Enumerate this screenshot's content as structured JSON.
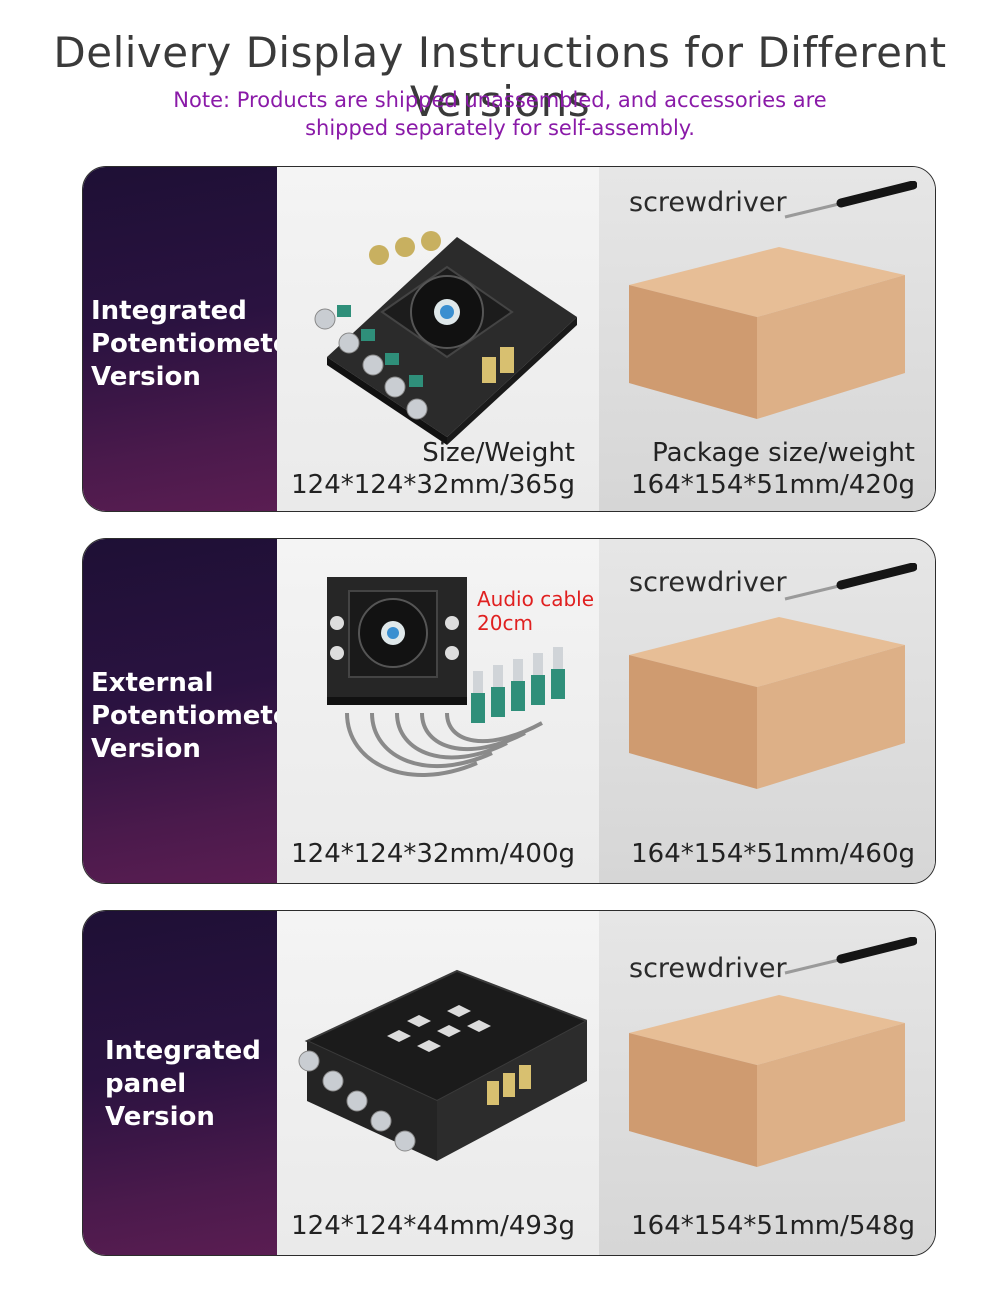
{
  "title": "Delivery Display Instructions for Different Versions",
  "note": "Note: Products are shipped unassembled, and accessories are shipped separately for self-assembly.",
  "colors": {
    "title": "#3a3a3a",
    "note": "#8a1aa8",
    "side_panel": "#2a1240",
    "audio_cable_note": "#e02020",
    "box": "#d9a77c"
  },
  "versions": [
    {
      "label": "Integrated\nPotentiometer\nVersion",
      "product_spec_heading": "Size/Weight",
      "product_spec": "124*124*32mm/365g",
      "accessory_label": "screwdriver",
      "package_spec_heading": "Package size/weight",
      "package_spec": "164*154*51mm/420g",
      "icons": [
        "amplifier-board-icon",
        "screwdriver-icon",
        "cardboard-box-icon"
      ]
    },
    {
      "label": "External\nPotentiometer\nVersion",
      "cable_note": "Audio cable\n20cm",
      "product_spec": "124*124*32mm/400g",
      "accessory_label": "screwdriver",
      "package_spec": "164*154*51mm/460g",
      "icons": [
        "amplifier-board-with-cables-icon",
        "screwdriver-icon",
        "cardboard-box-icon"
      ]
    },
    {
      "label": "Integrated\npanel\nVersion",
      "product_spec": "124*124*44mm/493g",
      "accessory_label": "screwdriver",
      "package_spec": "164*154*51mm/548g",
      "icons": [
        "amplifier-panel-icon",
        "screwdriver-icon",
        "cardboard-box-icon"
      ]
    }
  ]
}
